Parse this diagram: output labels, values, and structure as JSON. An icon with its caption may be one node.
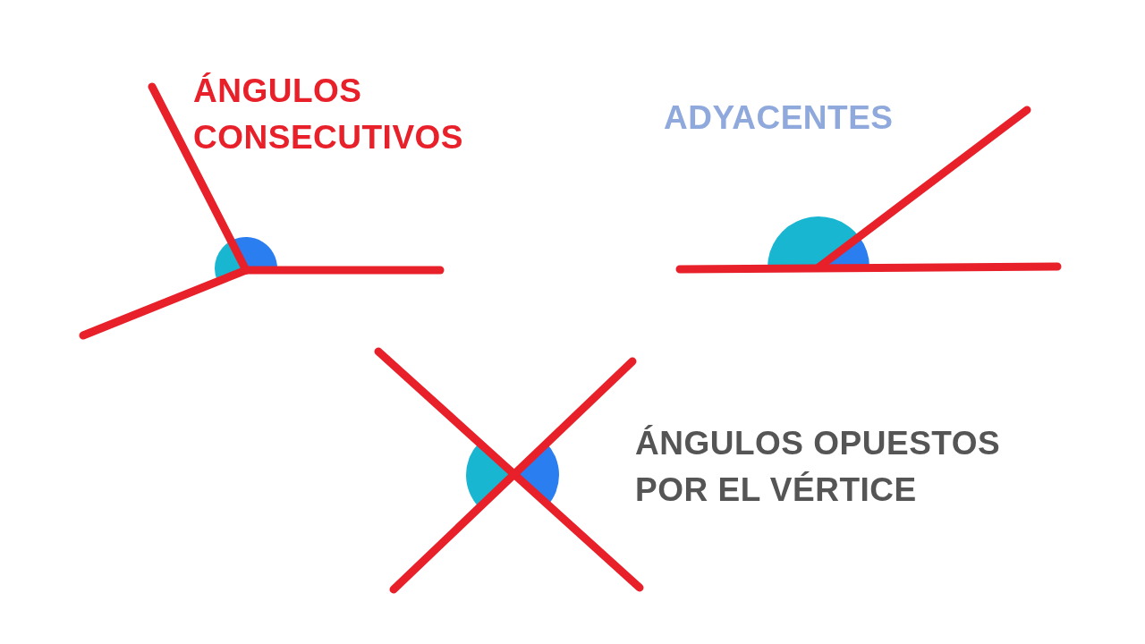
{
  "diagram": {
    "labels": [
      "ÁNGULOS CONSECUTIVOS",
      "ADYACENTES",
      "ÁNGULOS OPUESTOS POR EL VÉRTICE"
    ]
  }
}
